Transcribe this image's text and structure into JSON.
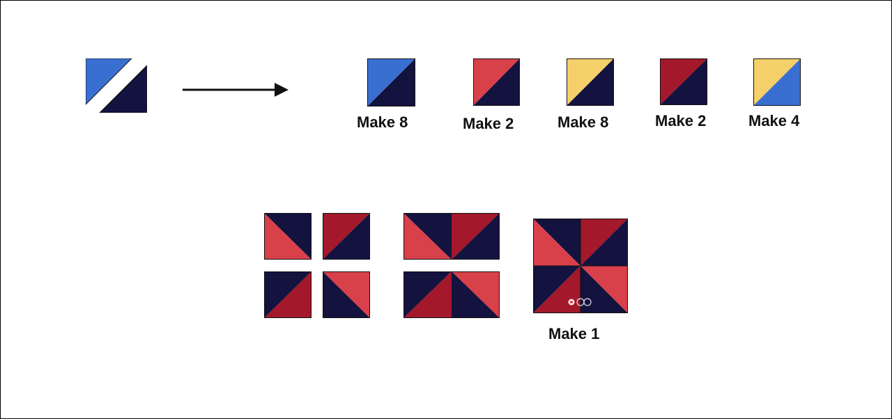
{
  "colors": {
    "blue": "#3a6fd2",
    "navy": "#14123e",
    "red": "#d8404a",
    "darkred": "#a3182a",
    "gold": "#f5cf6a"
  },
  "top_labels": [
    "Make 8",
    "Make 2",
    "Make 8",
    "Make 2",
    "Make 4"
  ],
  "result_label": "Make 1",
  "source_tile_name": "half-square-triangle-source",
  "arrow_name": "right-arrow-icon"
}
